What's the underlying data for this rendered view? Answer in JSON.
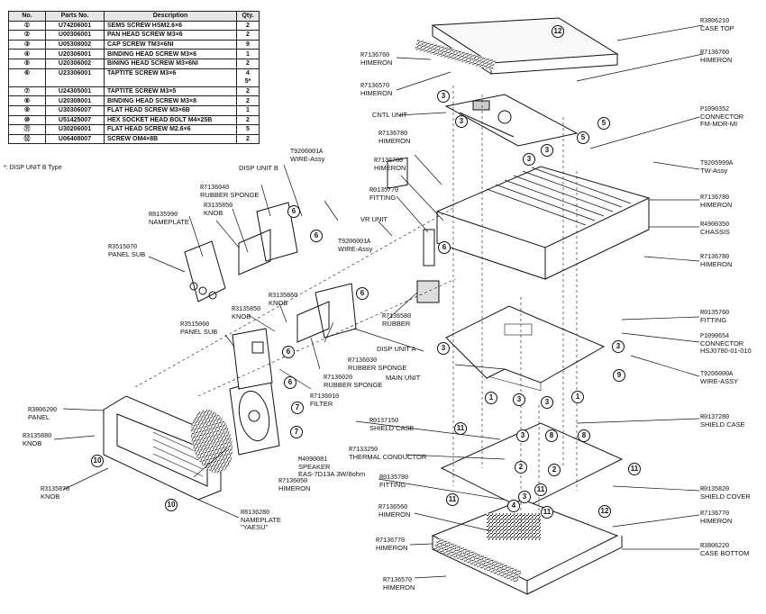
{
  "parts_table": {
    "headers": [
      "No.",
      "Parts No.",
      "Description",
      "Qty."
    ],
    "rows": [
      {
        "no": "①",
        "part_no": "U74206001",
        "description": "SEMS SCREW HSM2.6×6",
        "qty": "2"
      },
      {
        "no": "②",
        "part_no": "U00306001",
        "description": "PAN HEAD SCREW M3×6",
        "qty": "2"
      },
      {
        "no": "③",
        "part_no": "U05308002",
        "description": "CAP SCREW TM3×6NI",
        "qty": "9"
      },
      {
        "no": "④",
        "part_no": "U20306001",
        "description": "BINDING HEAD SCREW M3×6",
        "qty": "1"
      },
      {
        "no": "⑤",
        "part_no": "U20306002",
        "description": "BINING HEAD SCREW M3×6NI",
        "qty": "2"
      },
      {
        "no": "⑥",
        "part_no": "U23306001",
        "description": "TAPTITE SCREW M3×6",
        "qty": "4",
        "qty_alt": "5*"
      },
      {
        "no": "⑦",
        "part_no": "U24305001",
        "description": "TAPTITE SCREW M3×5",
        "qty": "2"
      },
      {
        "no": "⑧",
        "part_no": "U20308001",
        "description": "BINDING HEAD SCREW M3×8",
        "qty": "2"
      },
      {
        "no": "⑨",
        "part_no": "U30306007",
        "description": "FLAT HEAD SCREW M3×6B",
        "qty": "1"
      },
      {
        "no": "⑩",
        "part_no": "U51425007",
        "description": "HEX SOCKET HEAD BOLT M4×25B",
        "qty": "2"
      },
      {
        "no": "⑪",
        "part_no": "U30206001",
        "description": "FLAT HEAD SCREW M2.6×6",
        "qty": "5"
      },
      {
        "no": "⑫",
        "part_no": "U06408007",
        "description": "SCREW OM4×8B",
        "qty": "2"
      }
    ],
    "footnote": "*: DISP UNIT B Type"
  },
  "labels": {
    "case_top": {
      "pn": "R3806210",
      "name": "CASE TOP"
    },
    "himeron_top_right": {
      "pn": "R7136760",
      "name": "HIMERON"
    },
    "himeron_top_left1": {
      "pn": "R7136760",
      "name": "HIMERON"
    },
    "himeron_top_left2": {
      "pn": "R7136570",
      "name": "HIMERON"
    },
    "cntl_unit": {
      "pn": "",
      "name": "CNTL UNIT"
    },
    "connector_fm": {
      "pn": "P1090352",
      "name": "CONNECTOR",
      "name2": "FM-MDR-MI"
    },
    "tw_assy": {
      "pn": "T9205999A",
      "name": "TW-Assy"
    },
    "himeron_chassis1": {
      "pn": "R7136780",
      "name": "HIMERON"
    },
    "chassis": {
      "pn": "R4900350",
      "name": "CHASSIS"
    },
    "himeron_chassis2": {
      "pn": "R7136780",
      "name": "HIMERON"
    },
    "fitting_right": {
      "pn": "R0135760",
      "name": "FITTING"
    },
    "connector_hsj": {
      "pn": "P1090654",
      "name": "CONNECTOR",
      "name2": "HSJ0780-01-010"
    },
    "wire_assy_right": {
      "pn": "T9206000A",
      "name": "WIRE-ASSY"
    },
    "shield_case_right": {
      "pn": "R0137280",
      "name": "SHIELD CASE"
    },
    "shield_cover": {
      "pn": "R0135820",
      "name": "SHIELD COVER"
    },
    "himeron_bottom_right": {
      "pn": "R7136770",
      "name": "HIMERON"
    },
    "case_bottom": {
      "pn": "R3806220",
      "name": "CASE BOTTOM"
    },
    "himeron_mid1": {
      "pn": "R7136780",
      "name": "HIMERON"
    },
    "himeron_mid2": {
      "pn": "R7136780",
      "name": "HIMERON"
    },
    "fitting_mid": {
      "pn": "R0135770",
      "name": "FITTING"
    },
    "vr_unit": {
      "pn": "",
      "name": "VR UNIT"
    },
    "wire_assy_mid": {
      "pn": "T9206001A",
      "name": "WIRE-Assy"
    },
    "wire_assy_top": {
      "pn": "T9206001A",
      "name": "WIRE-Assy"
    },
    "disp_unit_b": {
      "pn": "",
      "name": "DISP UNIT B"
    },
    "rubber_sponge_b": {
      "pn": "R7136040",
      "name": "RUBBER SPONGE"
    },
    "knob_b": {
      "pn": "R3135850",
      "name": "KNOB"
    },
    "nameplate_b": {
      "pn": "R8135990",
      "name": "NAMEPLATE"
    },
    "panel_sub_b": {
      "pn": "R3515070",
      "name": "PANEL SUB"
    },
    "knob_a2": {
      "pn": "R3135860",
      "name": "KNOB"
    },
    "knob_a1": {
      "pn": "R3135850",
      "name": "KNOB"
    },
    "panel_sub_a": {
      "pn": "R3515060",
      "name": "PANEL SUB"
    },
    "rubber": {
      "pn": "R7136580",
      "name": "RUBBER"
    },
    "disp_unit_a": {
      "pn": "",
      "name": "DISP UNIT A"
    },
    "rubber_sponge_a1": {
      "pn": "R7136030",
      "name": "RUBBER SPONGE"
    },
    "rubber_sponge_a2": {
      "pn": "R7136020",
      "name": "RUBBER SPONGE"
    },
    "filter": {
      "pn": "R7136010",
      "name": "FILTER"
    },
    "main_unit": {
      "pn": "",
      "name": "MAIN UNIT"
    },
    "panel": {
      "pn": "R3806200",
      "name": "PANEL"
    },
    "knob_front1": {
      "pn": "R3135880",
      "name": "KNOB"
    },
    "knob_front2": {
      "pn": "R3135870",
      "name": "KNOB"
    },
    "speaker": {
      "pn": "M4090081",
      "name": "SPEAKER",
      "name2": "EAS-7D13A  3W/8ohm"
    },
    "himeron_speaker": {
      "pn": "R7136050",
      "name": "HIMERON"
    },
    "nameplate_yaesu": {
      "pn": "R8136280",
      "name": "NAMEPLATE",
      "name2": "\"YAESU\""
    },
    "shield_case_left": {
      "pn": "R0137150",
      "name": "SHIELD CASE"
    },
    "thermal_conductor": {
      "pn": "R7133250",
      "name": "THERMAL CONDUCTOR"
    },
    "fitting_bottom": {
      "pn": "R0135780",
      "name": "FITTING"
    },
    "himeron_bottom1": {
      "pn": "R7136560",
      "name": "HIMERON"
    },
    "himeron_bottom2": {
      "pn": "R7136770",
      "name": "HIMERON"
    },
    "himeron_bottom3": {
      "pn": "R7136570",
      "name": "HIMERON"
    }
  },
  "callouts": [
    "⑫",
    "③",
    "③",
    "③",
    "③",
    "⑤",
    "⑤",
    "⑥",
    "⑥",
    "⑥",
    "⑥",
    "⑥",
    "⑥",
    "⑦",
    "⑦",
    "⑩",
    "⑩",
    "③",
    "③",
    "⑨",
    "①",
    "③",
    "③",
    "①",
    "⑪",
    "③",
    "⑧",
    "⑧",
    "②",
    "②",
    "⑪",
    "⑪",
    "④",
    "⑪",
    "⑫",
    "⑪",
    "③"
  ]
}
